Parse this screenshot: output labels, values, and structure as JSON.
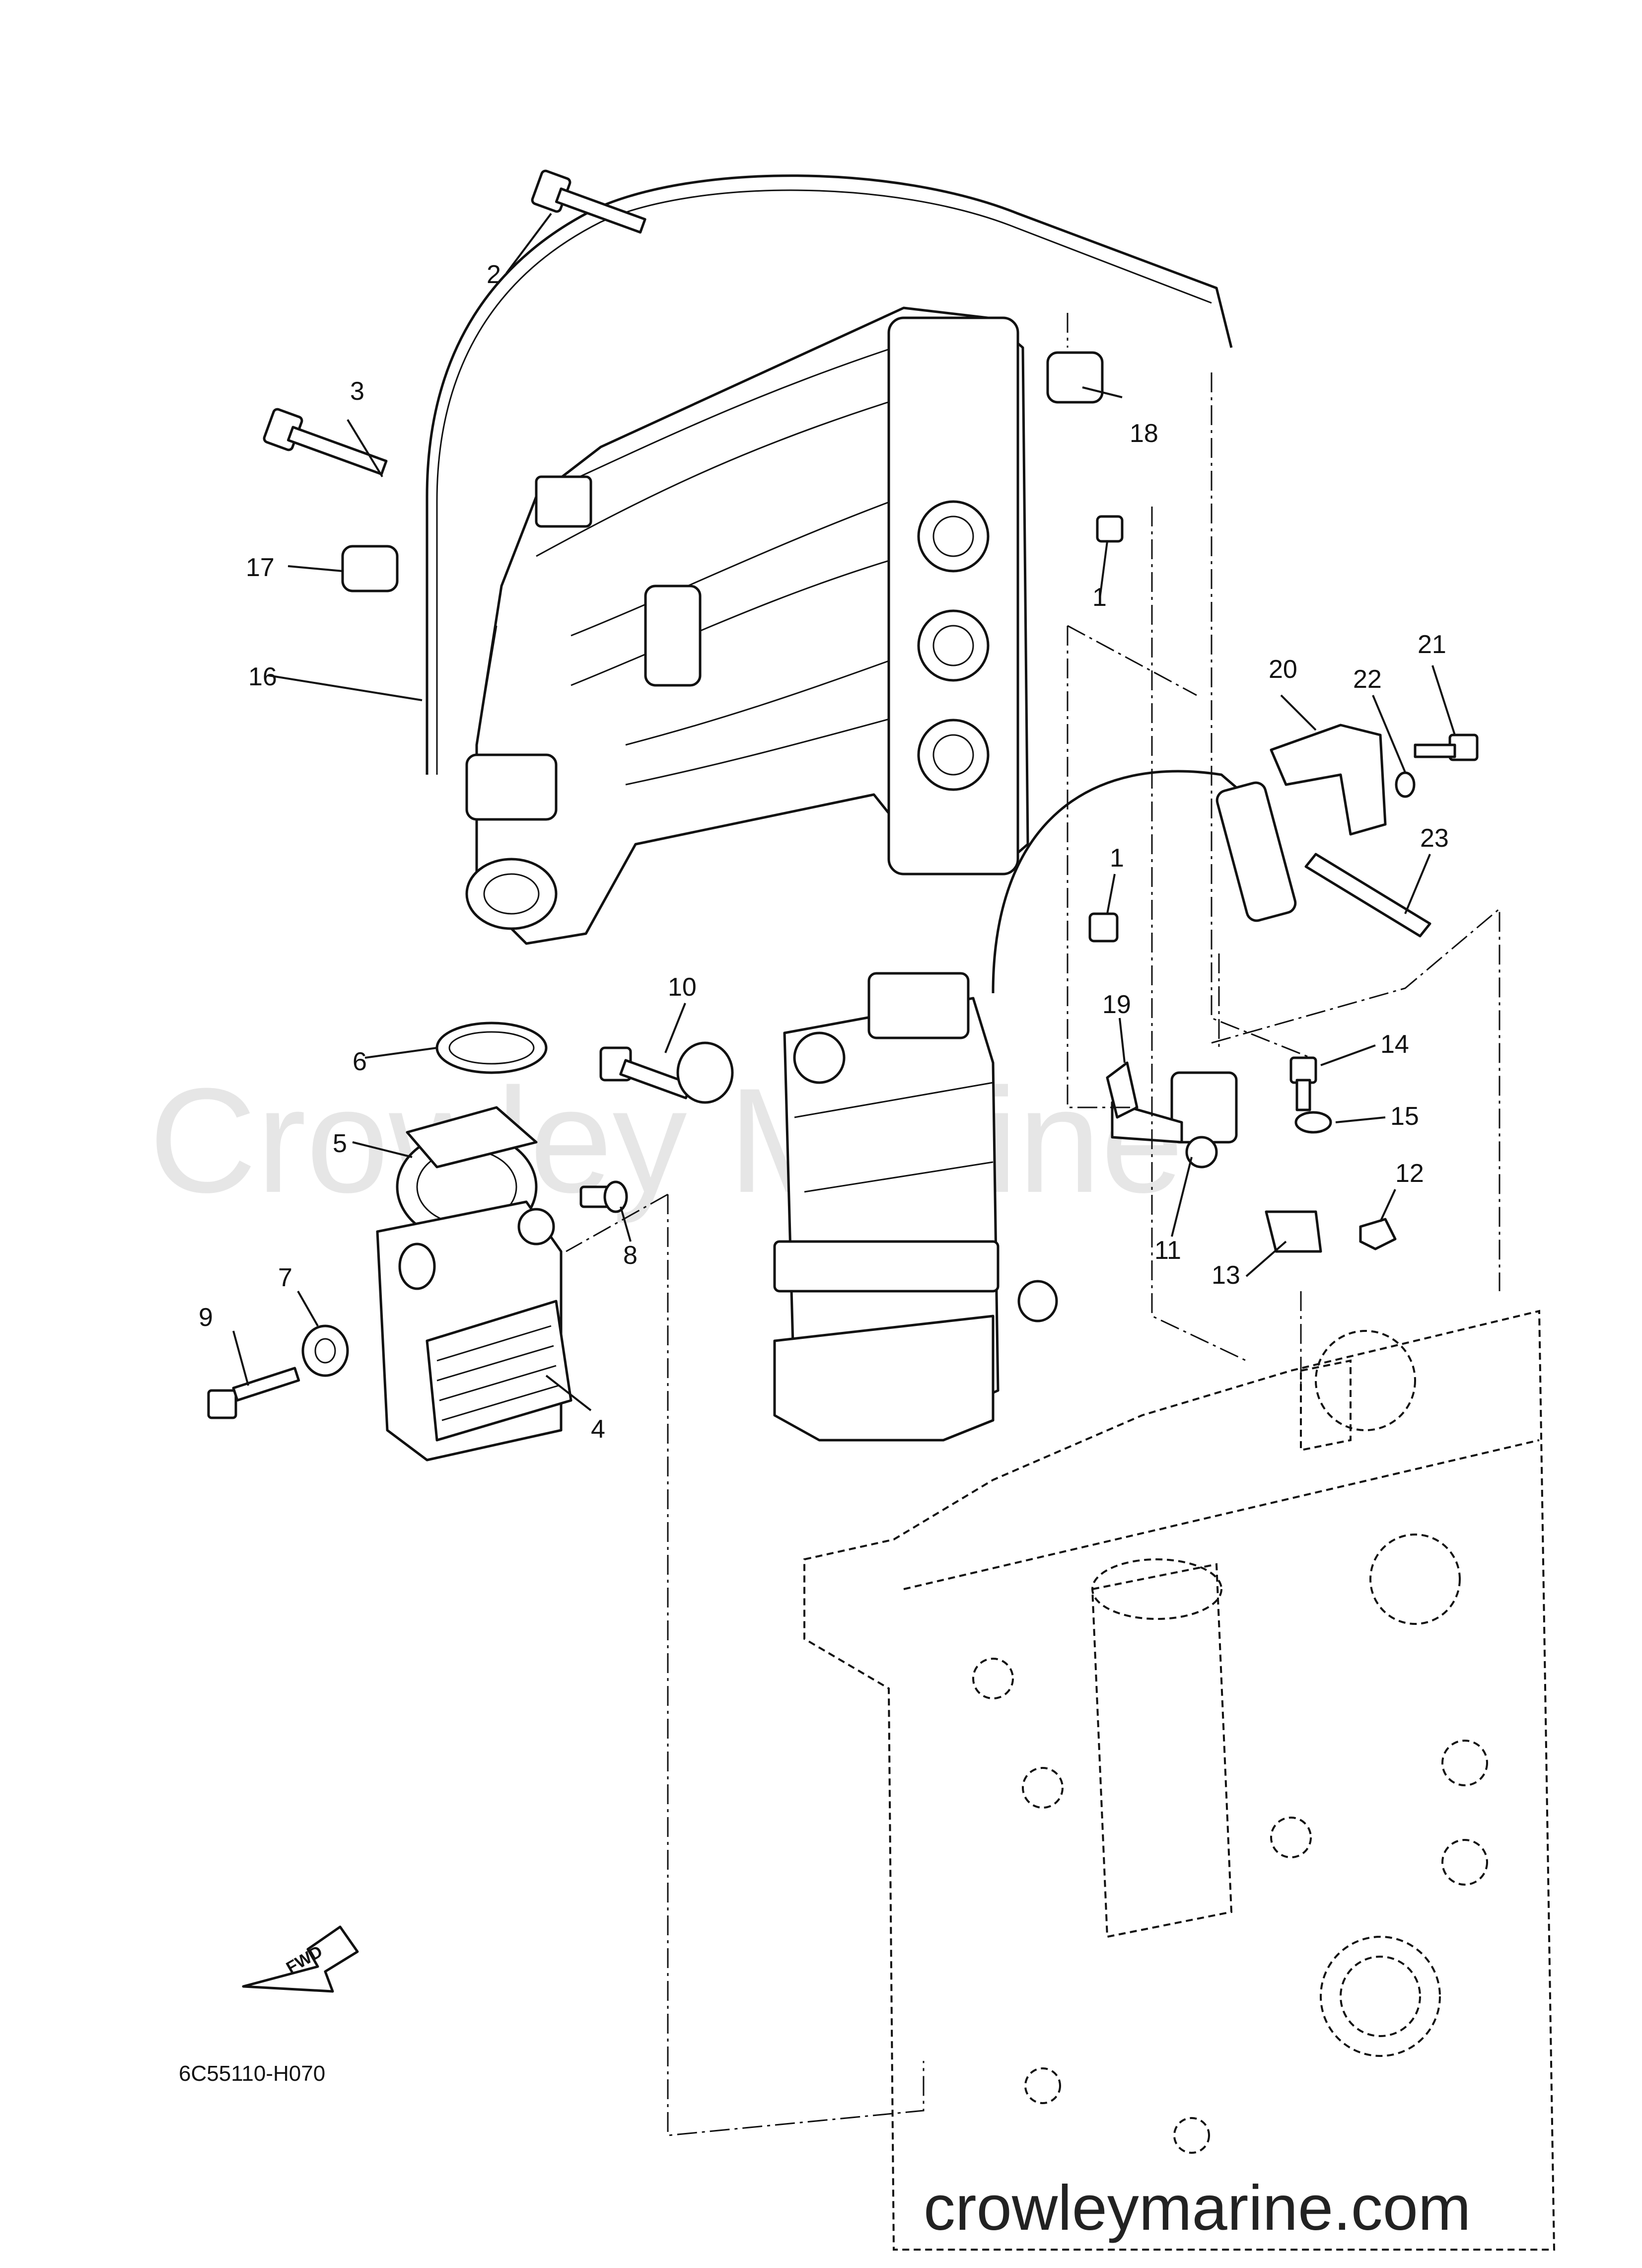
{
  "diagram": {
    "watermark": "Crowley Marine",
    "part_code": "6C55110-H070",
    "fwd_label": "FWD",
    "site_text": "crowleymarine.com",
    "callouts": [
      "1",
      "1",
      "2",
      "3",
      "4",
      "5",
      "6",
      "7",
      "8",
      "9",
      "10",
      "11",
      "12",
      "13",
      "14",
      "15",
      "16",
      "17",
      "18",
      "19",
      "20",
      "21",
      "22",
      "23"
    ]
  }
}
